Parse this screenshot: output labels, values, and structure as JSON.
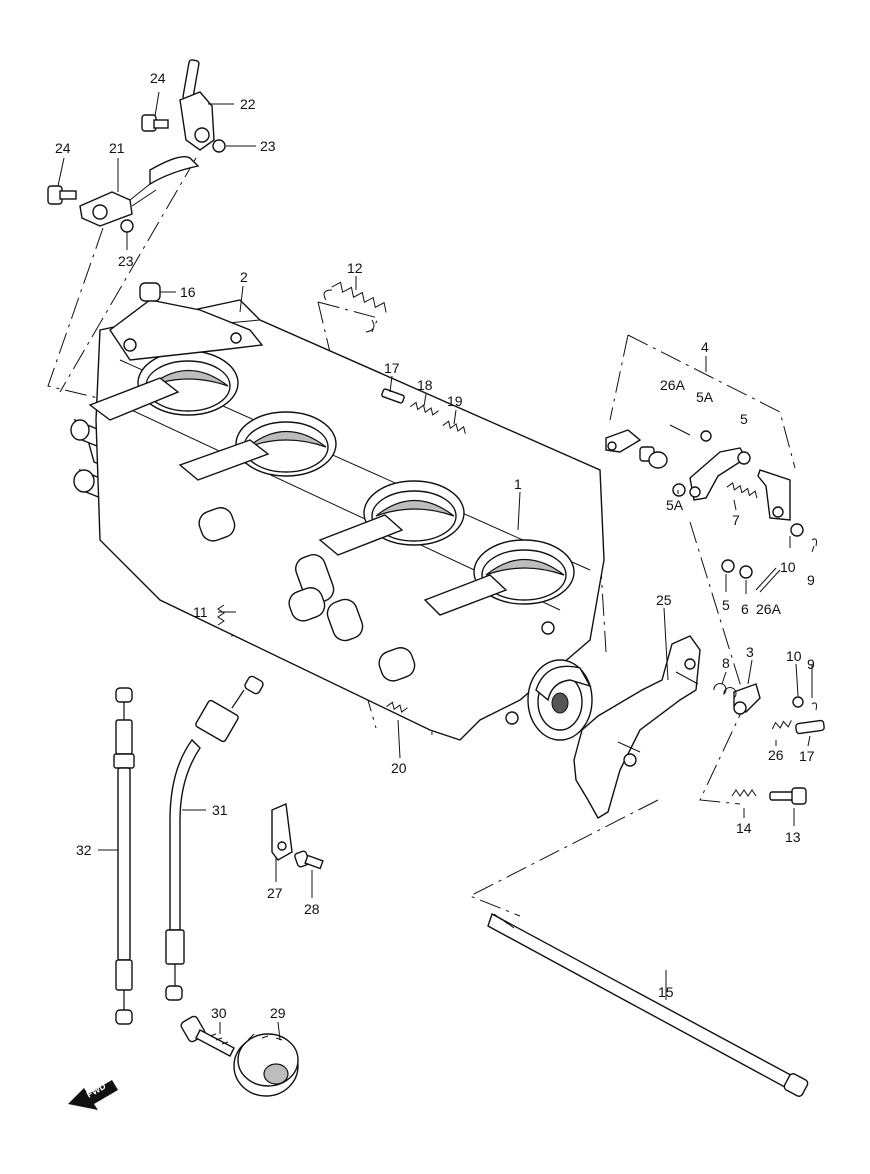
{
  "diagram": {
    "labels": [
      {
        "id": "p24a",
        "text": "24"
      },
      {
        "id": "p22",
        "text": "22"
      },
      {
        "id": "p23a",
        "text": "23"
      },
      {
        "id": "p24b",
        "text": "24"
      },
      {
        "id": "p21",
        "text": "21"
      },
      {
        "id": "p23b",
        "text": "23"
      },
      {
        "id": "p16",
        "text": "16"
      },
      {
        "id": "p2",
        "text": "2"
      },
      {
        "id": "p12",
        "text": "12"
      },
      {
        "id": "p17a",
        "text": "17"
      },
      {
        "id": "p18",
        "text": "18"
      },
      {
        "id": "p19",
        "text": "19"
      },
      {
        "id": "p4",
        "text": "4"
      },
      {
        "id": "p26Aa",
        "text": "26A"
      },
      {
        "id": "p5Aa",
        "text": "5A"
      },
      {
        "id": "p5a",
        "text": "5"
      },
      {
        "id": "p1",
        "text": "1"
      },
      {
        "id": "p5Ab",
        "text": "5A"
      },
      {
        "id": "p7",
        "text": "7"
      },
      {
        "id": "p10a",
        "text": "10"
      },
      {
        "id": "p9a",
        "text": "9"
      },
      {
        "id": "p5b",
        "text": "5"
      },
      {
        "id": "p6",
        "text": "6"
      },
      {
        "id": "p26Ab",
        "text": "26A"
      },
      {
        "id": "p11",
        "text": "11"
      },
      {
        "id": "p25",
        "text": "25"
      },
      {
        "id": "p8",
        "text": "8"
      },
      {
        "id": "p3",
        "text": "3"
      },
      {
        "id": "p10b",
        "text": "10"
      },
      {
        "id": "p9b",
        "text": "9"
      },
      {
        "id": "p20",
        "text": "20"
      },
      {
        "id": "p26",
        "text": "26"
      },
      {
        "id": "p17b",
        "text": "17"
      },
      {
        "id": "p31",
        "text": "31"
      },
      {
        "id": "p32",
        "text": "32"
      },
      {
        "id": "p14",
        "text": "14"
      },
      {
        "id": "p13",
        "text": "13"
      },
      {
        "id": "p27",
        "text": "27"
      },
      {
        "id": "p28",
        "text": "28"
      },
      {
        "id": "p15",
        "text": "15"
      },
      {
        "id": "p30",
        "text": "30"
      },
      {
        "id": "p29",
        "text": "29"
      }
    ],
    "fwd_label": "FWD"
  }
}
